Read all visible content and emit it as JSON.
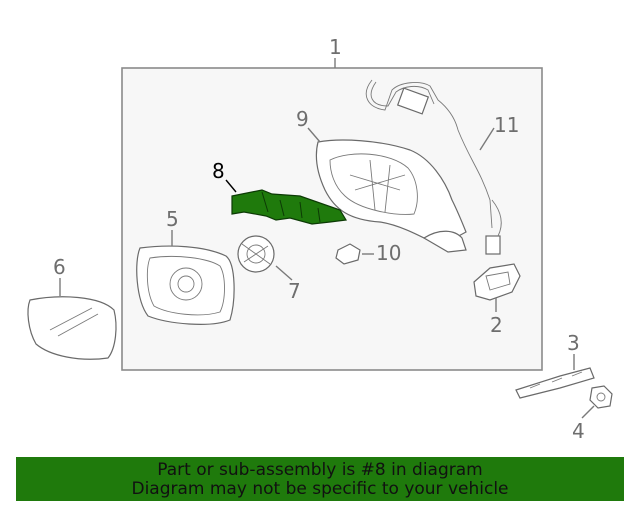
{
  "callouts": {
    "n1": "1",
    "n2": "2",
    "n3": "3",
    "n4": "4",
    "n5": "5",
    "n6": "6",
    "n7": "7",
    "n8": "8",
    "n9": "9",
    "n10": "10",
    "n11": "11"
  },
  "banner": {
    "line1": "Part or sub-assembly is #8 in diagram",
    "line2": "Diagram may not be specific to your vehicle"
  },
  "colors": {
    "highlight": "#1f7a0c",
    "outline": "#6a6a6a",
    "box_fill": "#f7f7f7"
  }
}
